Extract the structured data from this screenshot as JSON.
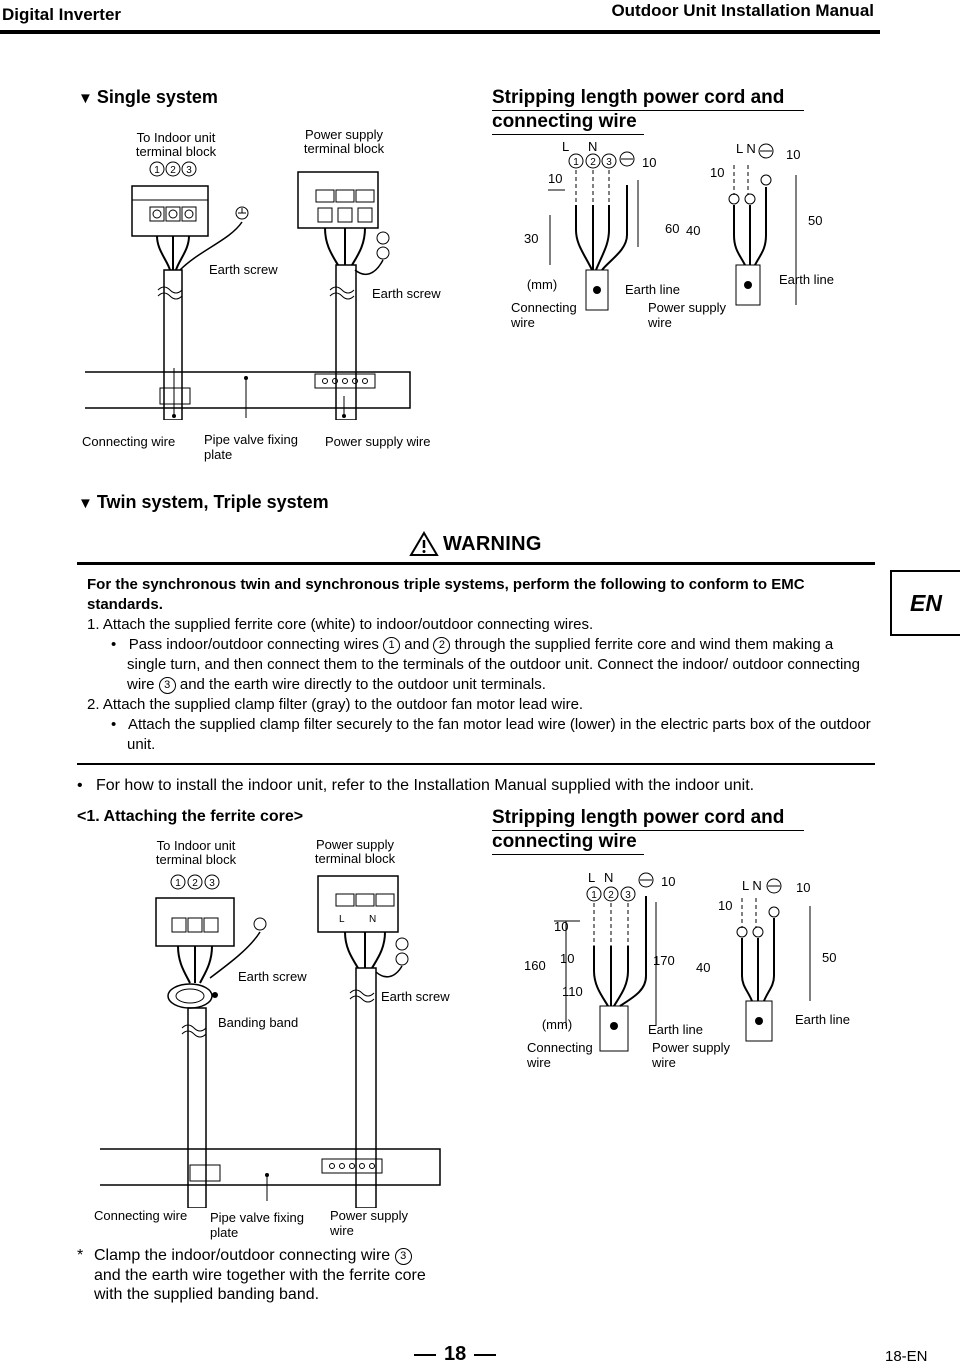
{
  "header": {
    "left": "Digital Inverter",
    "right": "Outdoor Unit Installation Manual"
  },
  "single_system": {
    "heading": "Single system",
    "indoor_block_label_1": "To Indoor unit",
    "indoor_block_label_2": "terminal block",
    "supply_block_label_1": "Power supply",
    "supply_block_label_2": "terminal block",
    "earth_screw_1": "Earth screw",
    "earth_screw_2": "Earth screw",
    "connecting_wire": "Connecting wire",
    "pipe_valve_1": "Pipe valve fixing",
    "pipe_valve_2": "plate",
    "power_supply_wire": "Power supply wire"
  },
  "strip1": {
    "title_1": "Stripping length power cord and",
    "title_2": "connecting wire",
    "l": "L",
    "n": "N",
    "ln": "L N",
    "d10a": "10",
    "d10b": "10",
    "d10c": "10",
    "d10d": "10",
    "d30": "30",
    "d60": "60",
    "d40": "40",
    "d50": "50",
    "mm": "(mm)",
    "conn_1": "Connecting",
    "conn_2": "wire",
    "earth_line_a": "Earth line",
    "earth_line_b": "Earth line",
    "ps_1": "Power supply",
    "ps_2": "wire"
  },
  "twin": {
    "heading": "Twin system, Triple system",
    "warning_title": "WARNING",
    "intro": "For the synchronous twin and synchronous triple systems, perform the following to conform to EMC standards.",
    "item1": "1. Attach the supplied ferrite core (white) to indoor/outdoor connecting wires.",
    "item1_bullet_a": "Pass indoor/outdoor connecting wires",
    "item1_bullet_and": "and",
    "item1_bullet_b": "through the supplied ferrite core and wind them making a single turn, and then connect them to the terminals of the outdoor unit. Connect the indoor/ outdoor connecting wire",
    "item1_bullet_c": "and the earth wire directly to the outdoor unit terminals.",
    "item2": "2. Attach the supplied clamp filter (gray) to the outdoor fan motor lead wire.",
    "item2_bullet": "Attach the supplied clamp filter securely to the fan motor lead wire (lower) in the electric parts box of the outdoor unit.",
    "c1": "1",
    "c2": "2",
    "c3": "3"
  },
  "indoor_note": "For how to install the indoor unit, refer to the Installation Manual supplied with the indoor unit.",
  "ferrite": {
    "heading": "<1. Attaching the ferrite core>",
    "indoor_block_label_1": "To Indoor unit",
    "indoor_block_label_2": "terminal block",
    "supply_block_label_1": "Power supply",
    "supply_block_label_2": "terminal block",
    "earth_screw_1": "Earth screw",
    "earth_screw_2": "Earth screw",
    "banding_band": "Banding band",
    "connecting_wire": "Connecting wire",
    "pipe_valve_1": "Pipe valve fixing",
    "pipe_valve_2": "plate",
    "ps_1": "Power supply",
    "ps_2": "wire"
  },
  "strip2": {
    "title_1": "Stripping length power cord and",
    "title_2": "connecting wire",
    "l": "L",
    "n": "N",
    "ln": "L N",
    "d10a": "10",
    "d10b": "10",
    "d10c": "10",
    "d10d": "10",
    "d10e": "10",
    "d160": "160",
    "d170": "170",
    "d40": "40",
    "d50": "50",
    "d110": "110",
    "mm": "(mm)",
    "conn_1": "Connecting",
    "conn_2": "wire",
    "earth_line_a": "Earth line",
    "earth_line_b": "Earth line",
    "ps_1": "Power supply",
    "ps_2": "wire"
  },
  "clamp_note": {
    "star": "*",
    "line1a": "Clamp the indoor/outdoor connecting wire",
    "c3": "3",
    "line2": "and the earth wire together with the ferrite core",
    "line3": "with the supplied banding band."
  },
  "footer": {
    "page": "18",
    "page_en": "18-EN"
  },
  "badge": "EN",
  "terminal_numbers": [
    "1",
    "2",
    "3"
  ],
  "terminal_ln": [
    "L",
    "N"
  ]
}
